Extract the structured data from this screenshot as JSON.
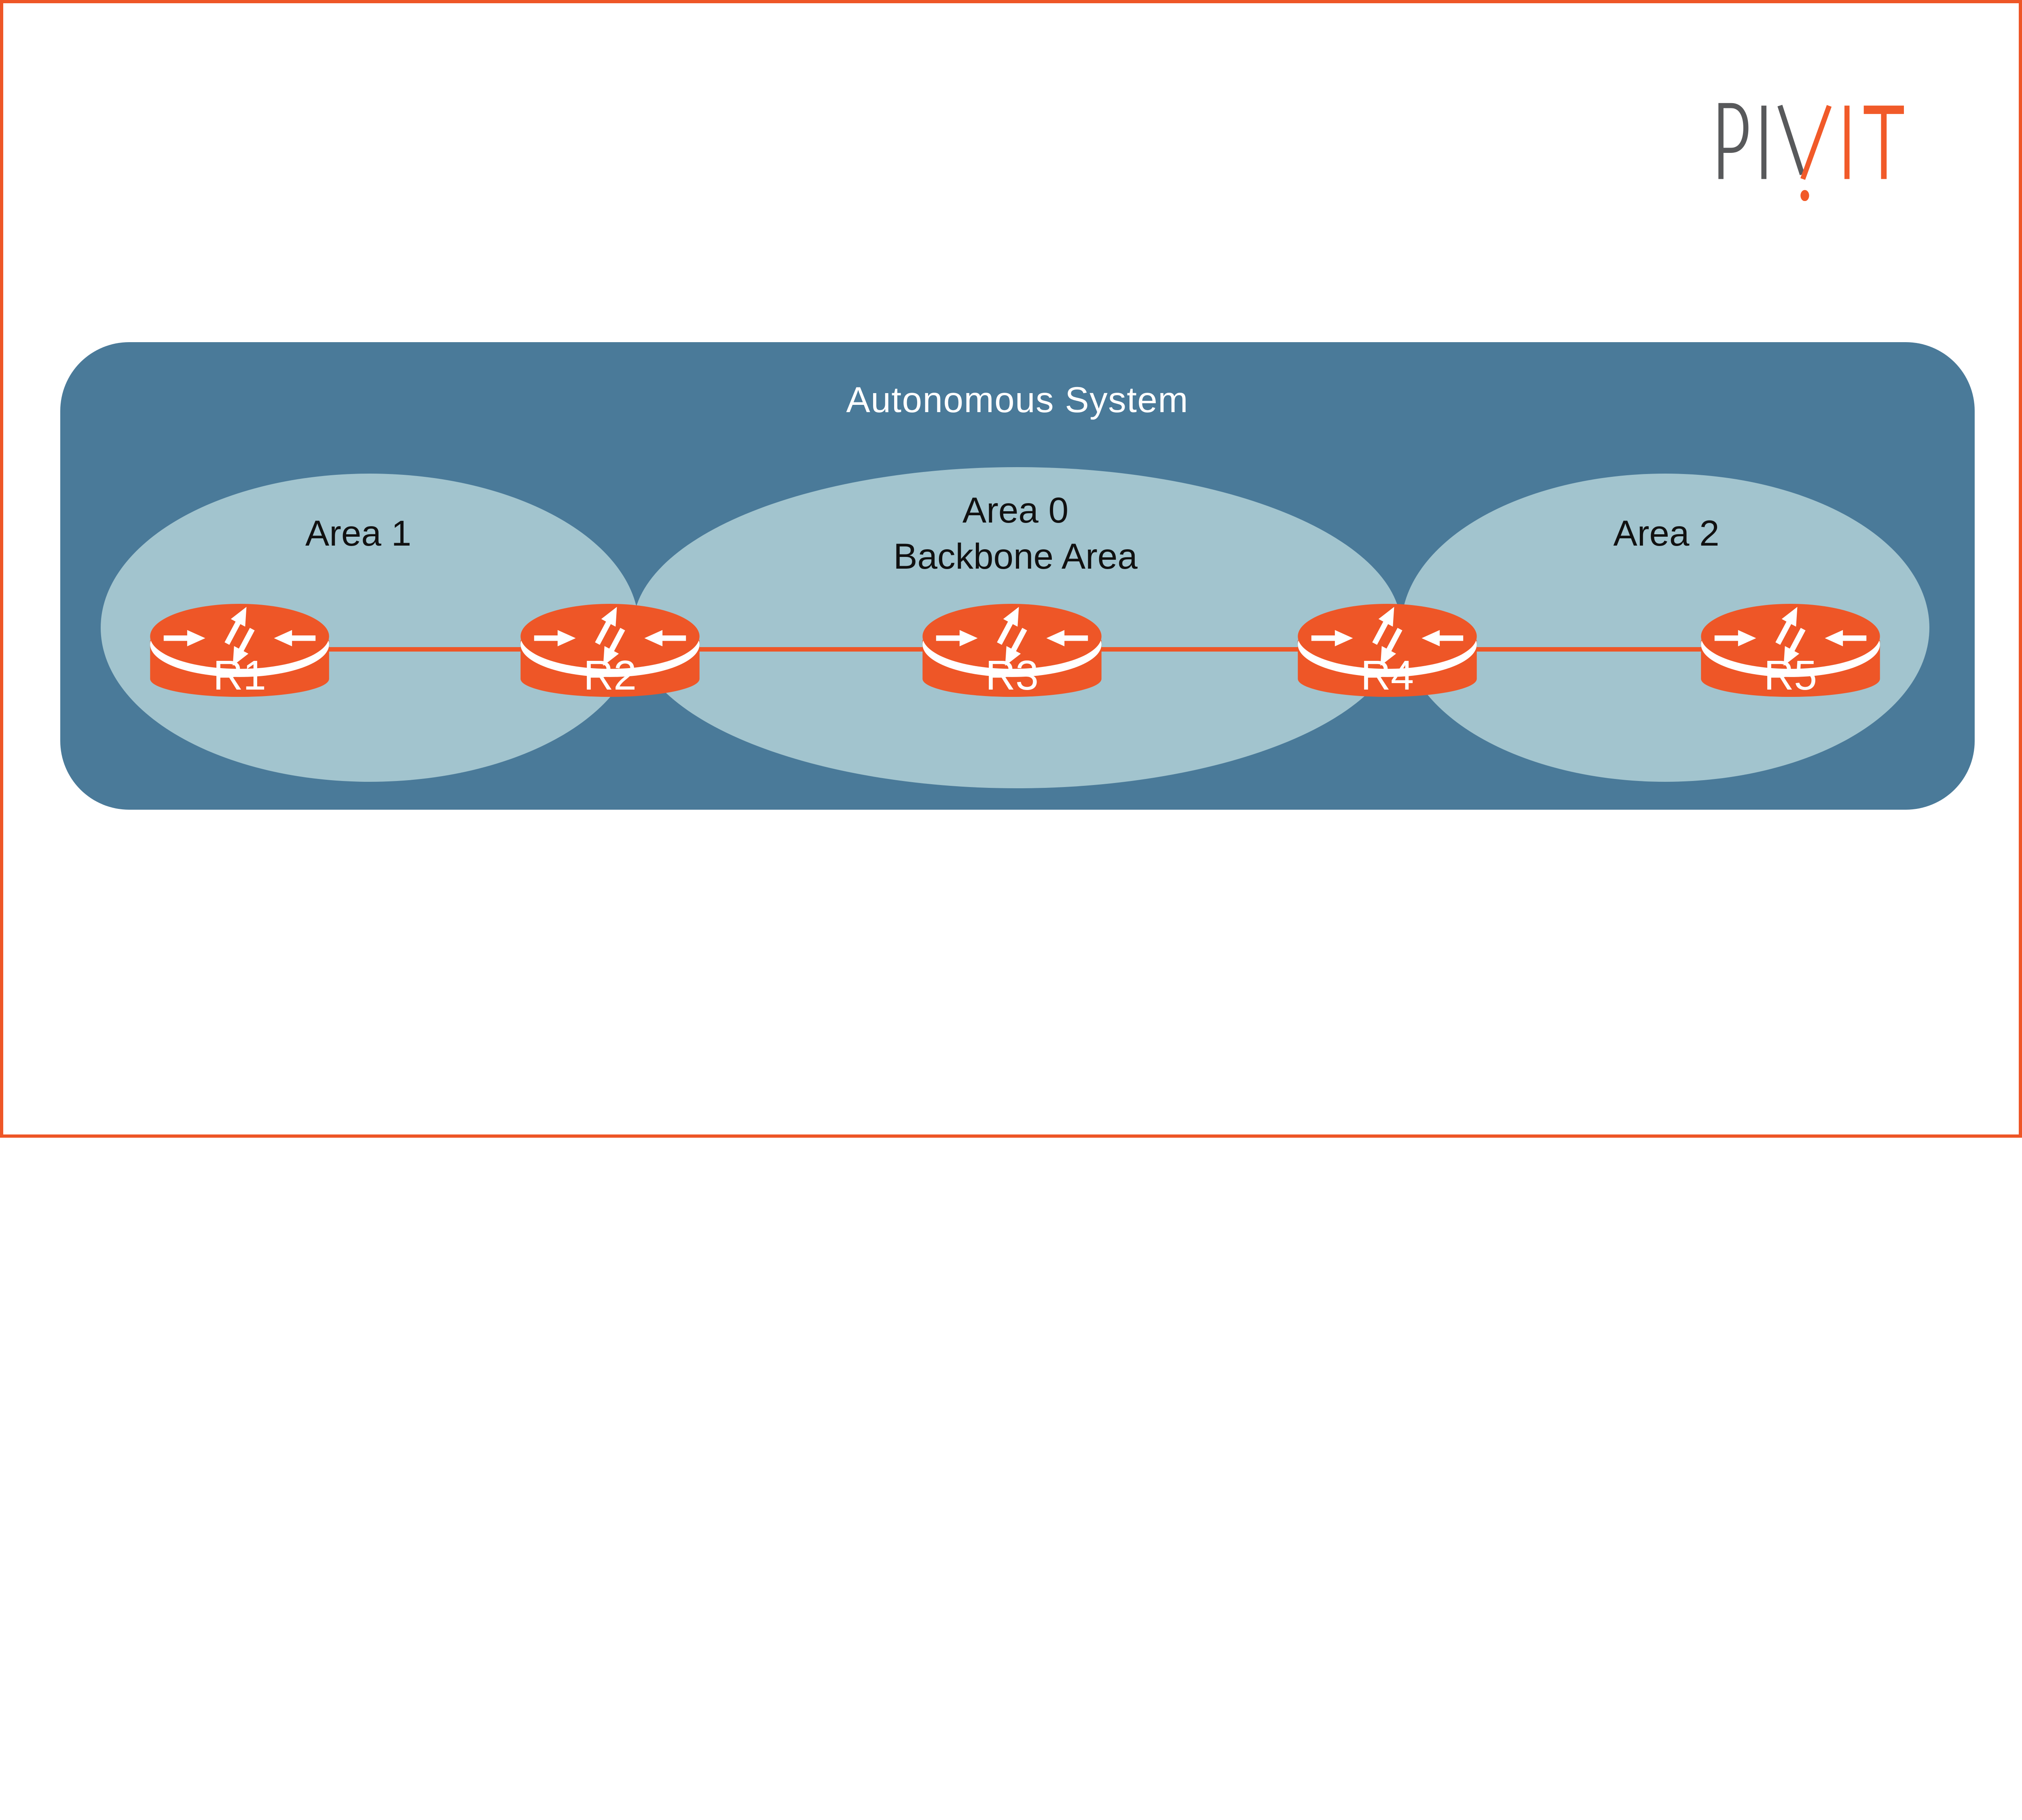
{
  "brand": {
    "logo_text": "PIV!T",
    "logo_gray": "#58595B",
    "logo_orange": "#F15A29"
  },
  "canvas": {
    "border_color": "#EE5627",
    "background": "#FFFFFF"
  },
  "autonomous_system": {
    "label": "Autonomous System",
    "panel_color": "#4A7A99",
    "label_color": "#FFFFFF"
  },
  "areas": [
    {
      "label": "Area 1"
    },
    {
      "label": "Area 0",
      "sublabel": "Backbone Area"
    },
    {
      "label": "Area 2"
    }
  ],
  "area_style": {
    "ellipse_fill": "#A2C4CE",
    "label_color": "#111111"
  },
  "routers": [
    {
      "label": "R1"
    },
    {
      "label": "R2"
    },
    {
      "label": "R3"
    },
    {
      "label": "R4"
    },
    {
      "label": "R5"
    }
  ],
  "router_style": {
    "fill": "#EE5627",
    "label_color": "#FFFFFF",
    "arrow_color": "#FFFFFF"
  },
  "link": {
    "color": "#EE5627"
  }
}
